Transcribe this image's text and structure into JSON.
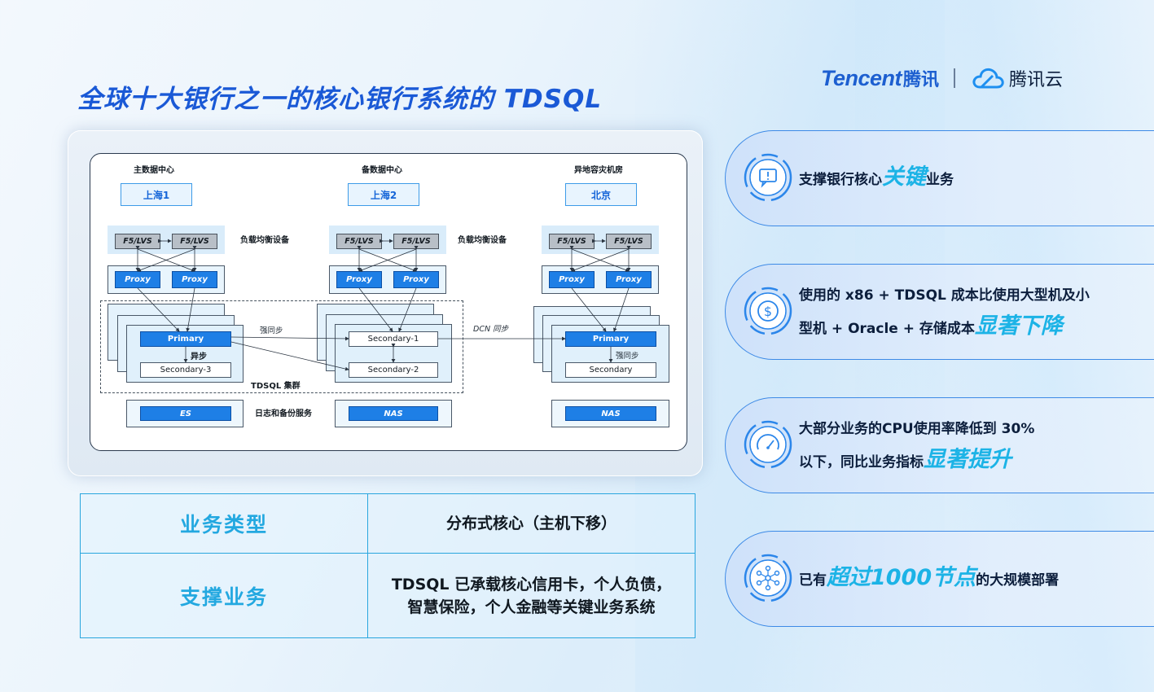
{
  "page": {
    "title": "全球十大银行之一的核心银行系统的 TDSQL"
  },
  "logo": {
    "tencent": "Tencent",
    "tencent_cn": "腾讯",
    "cloud_cn": "腾讯云"
  },
  "diagram": {
    "datacenters": [
      {
        "title": "主数据中心",
        "city": "上海1"
      },
      {
        "title": "备数据中心",
        "city": "上海2"
      },
      {
        "title": "异地容灾机房",
        "city": "北京"
      }
    ],
    "fs_label": "F5/LVS",
    "proxy_label": "Proxy",
    "lb_label": "负载均衡设备",
    "nodes": {
      "primary": "Primary",
      "secondary1": "Secondary-1",
      "secondary2": "Secondary-2",
      "secondary3": "Secondary-3",
      "secondary": "Secondary"
    },
    "labels": {
      "strong_sync": "强同步",
      "async": "异步",
      "dcn_sync": "DCN 同步",
      "cluster": "TDSQL 集群",
      "log_backup": "日志和备份服务"
    },
    "storage": [
      "ES",
      "NAS",
      "NAS"
    ]
  },
  "info_table": {
    "rows": [
      {
        "header": "业务类型",
        "value": "分布式核心（主机下移）"
      },
      {
        "header": "支撑业务",
        "value_line1": "TDSQL 已承载核心信用卡，个人负债，",
        "value_line2": "智慧保险，个人金融等关键业务系统"
      }
    ]
  },
  "panels": [
    {
      "icon": "message-alert-icon",
      "pre": "支撑银行核心",
      "hl": "关键",
      "post": "业务"
    },
    {
      "icon": "dollar-icon",
      "line1": "使用的 x86 + TDSQL 成本比使用大型机及小",
      "pre": "型机 + Oracle + 存储成本",
      "hl": "显著下降",
      "post": ""
    },
    {
      "icon": "gauge-icon",
      "line1": "大部分业务的CPU使用率降低到 30%",
      "pre": "以下，同比业务指标",
      "hl": "显著提升",
      "post": ""
    },
    {
      "icon": "network-nodes-icon",
      "pre": "已有",
      "hl": "超过1000节点",
      "post": "的大规模部署"
    }
  ],
  "colors": {
    "title_blue": "#1a59d6",
    "highlight_cyan": "#1cb3e6",
    "node_blue": "#1e7fe6",
    "table_border": "#29a6de"
  }
}
